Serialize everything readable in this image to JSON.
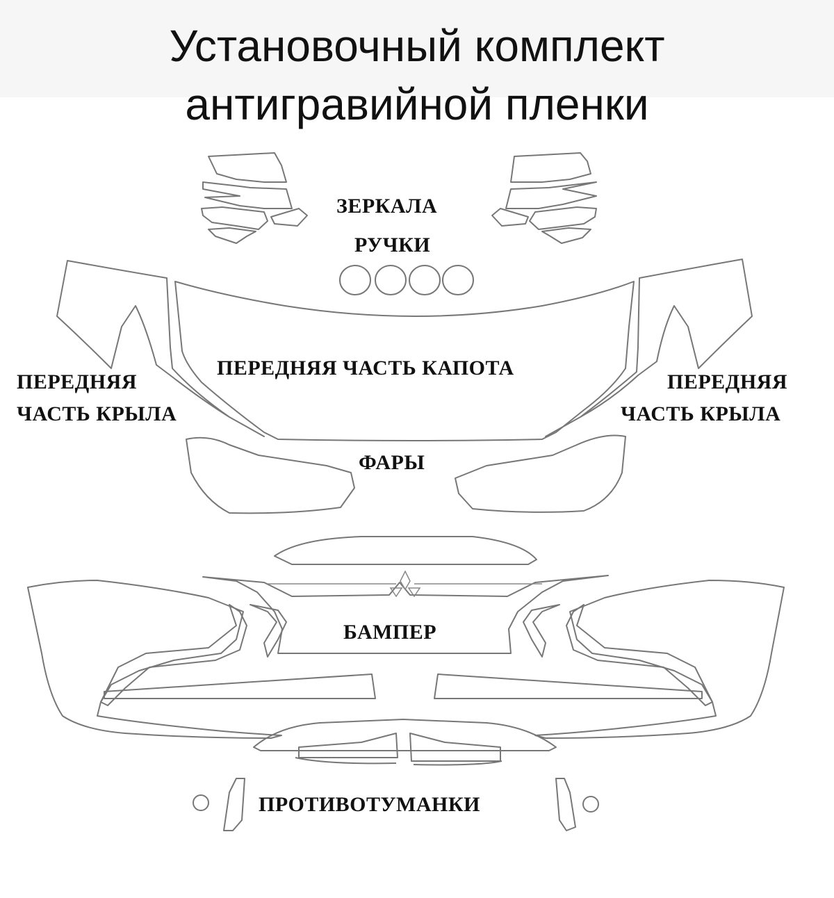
{
  "title": {
    "line1": "Установочный комплект",
    "line2": "антигравийной пленки"
  },
  "labels": {
    "mirrors": "ЗЕРКАЛА",
    "handles": "РУЧКИ",
    "hood": "ПЕРЕДНЯЯ ЧАСТЬ КАПОТА",
    "fender_left_line1": "ПЕРЕДНЯЯ",
    "fender_left_line2": "ЧАСТЬ КРЫЛА",
    "fender_right_line1": "ПЕРЕДНЯЯ",
    "fender_right_line2": "ЧАСТЬ КРЫЛА",
    "headlights": "ФАРЫ",
    "bumper": "БАМПЕР",
    "fog_lights": "ПРОТИВОТУМАНКИ"
  }
}
